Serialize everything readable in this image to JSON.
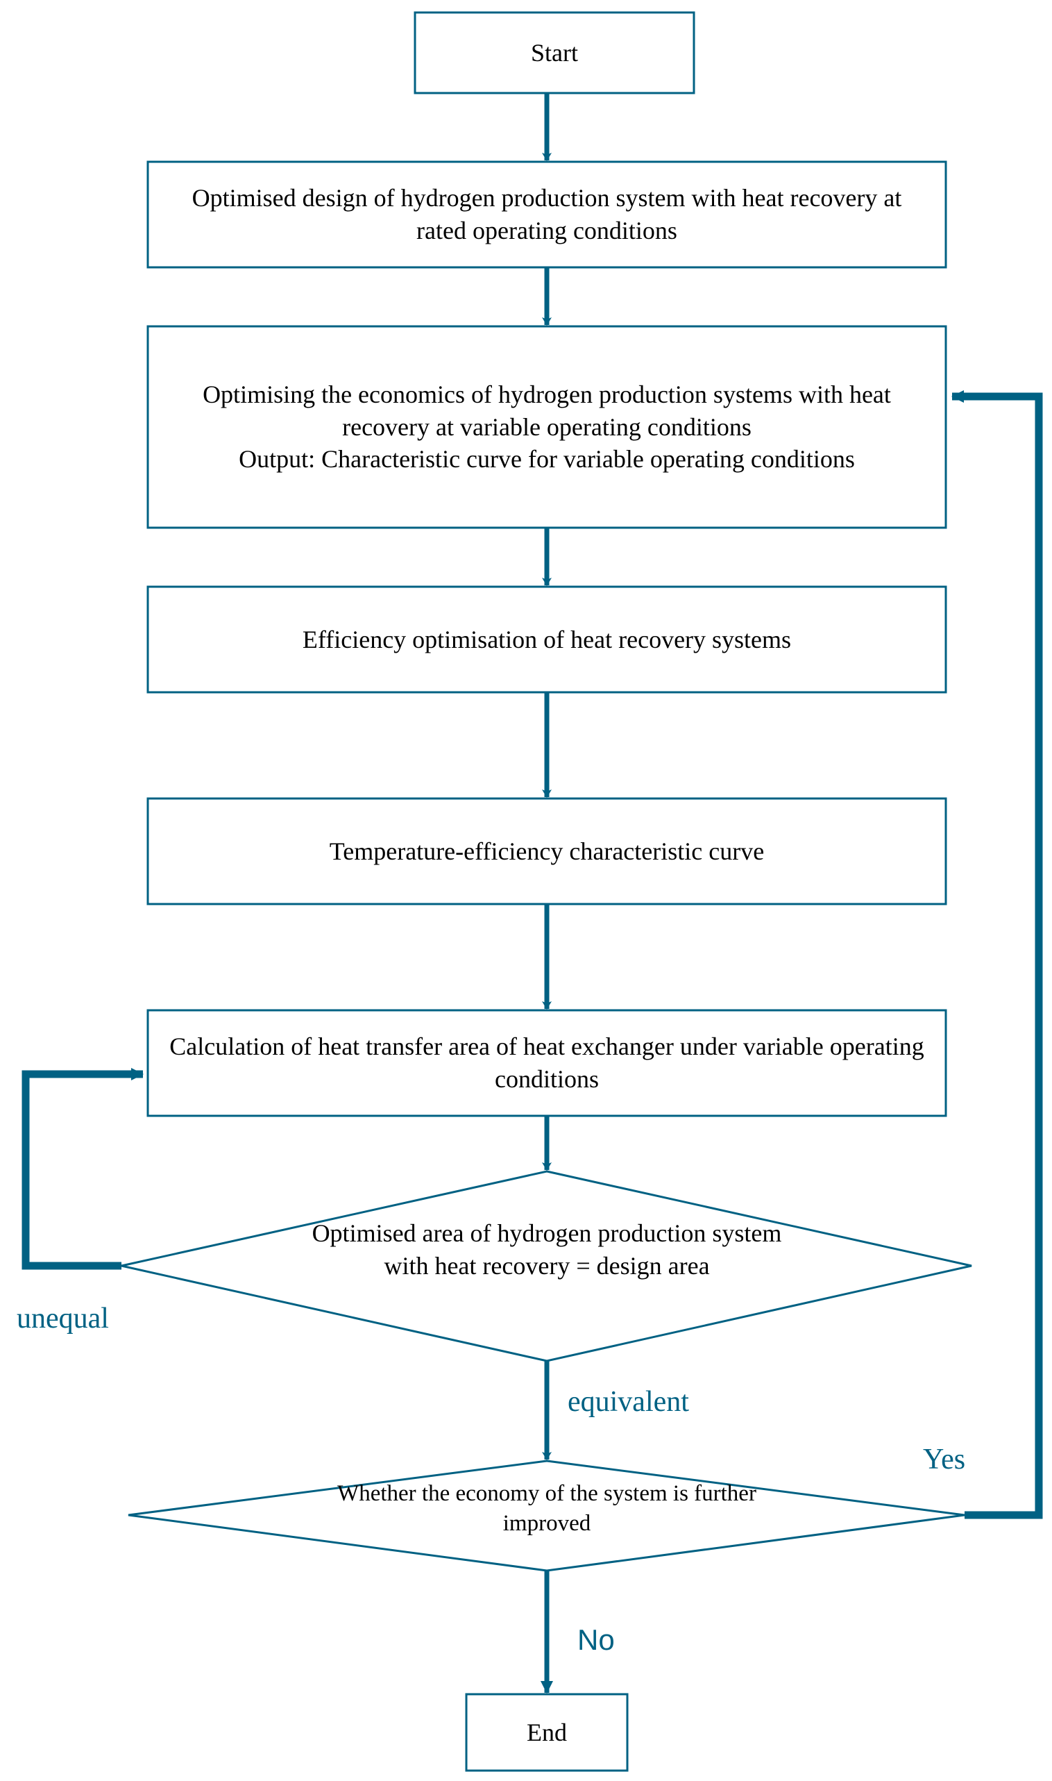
{
  "diagram": {
    "type": "flowchart",
    "title": "Optimisation flowchart of hydrogen production system with heat recovery",
    "colors": {
      "stroke": "#006183",
      "text": "#000000",
      "label": "#006183",
      "background": "#ffffff"
    },
    "nodes": [
      {
        "id": "start",
        "shape": "rectangle",
        "label": "Start"
      },
      {
        "id": "design",
        "shape": "rectangle",
        "label": "Optimised design of hydrogen production system with heat recovery at rated operating conditions"
      },
      {
        "id": "economics",
        "shape": "rectangle",
        "label": "Optimising the economics of hydrogen production systems with heat recovery at variable operating conditions\nOutput: Characteristic curve for variable operating conditions"
      },
      {
        "id": "efficiency",
        "shape": "rectangle",
        "label": "Efficiency optimisation of heat recovery systems"
      },
      {
        "id": "curve",
        "shape": "rectangle",
        "label": "Temperature-efficiency characteristic curve"
      },
      {
        "id": "area-calc",
        "shape": "rectangle",
        "label": "Calculation of heat transfer area of heat exchanger under variable operating conditions"
      },
      {
        "id": "area-check",
        "shape": "diamond",
        "label": "Optimised area of hydrogen production system with heat recovery = design area"
      },
      {
        "id": "economy-check",
        "shape": "diamond",
        "label": "Whether the economy of the system is further improved"
      },
      {
        "id": "end",
        "shape": "rectangle",
        "label": "End"
      }
    ],
    "edge_labels": {
      "unequal": "unequal",
      "equivalent": "equivalent",
      "yes": "Yes",
      "no": "No"
    }
  }
}
